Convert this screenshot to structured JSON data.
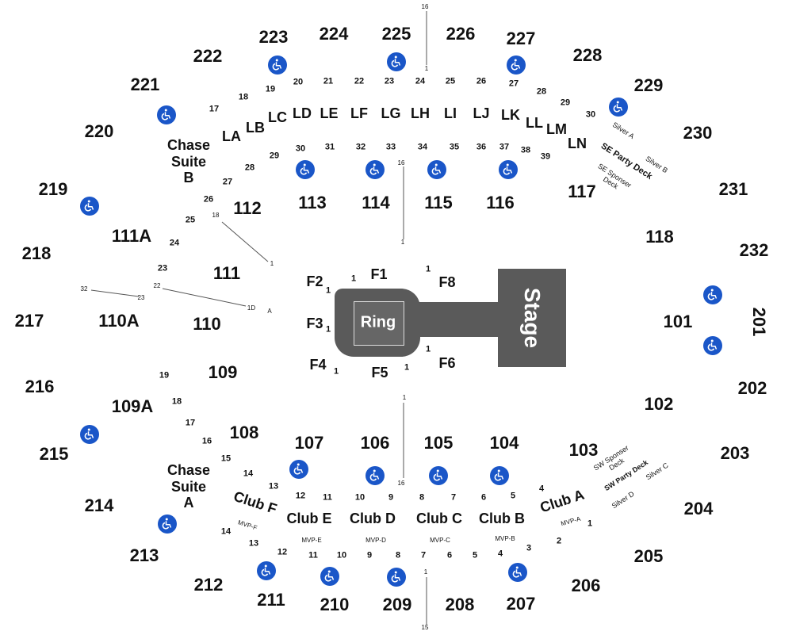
{
  "sections": {
    "s201": "201",
    "s202": "202",
    "s203": "203",
    "s204": "204",
    "s205": "205",
    "s206": "206",
    "s207": "207",
    "s208": "208",
    "s209": "209",
    "s210": "210",
    "s211": "211",
    "s212": "212",
    "s213": "213",
    "s214": "214",
    "s215": "215",
    "s216": "216",
    "s217": "217",
    "s218": "218",
    "s219": "219",
    "s220": "220",
    "s221": "221",
    "s222": "222",
    "s223": "223",
    "s224": "224",
    "s225": "225",
    "s226": "226",
    "s227": "227",
    "s228": "228",
    "s229": "229",
    "s230": "230",
    "s231": "231",
    "s232": "232",
    "s101": "101",
    "s102": "102",
    "s103": "103",
    "s104": "104",
    "s105": "105",
    "s106": "106",
    "s107": "107",
    "s108": "108",
    "s109": "109",
    "s109a": "109A",
    "s110": "110",
    "s110a": "110A",
    "s111": "111",
    "s111a": "111A",
    "s112": "112",
    "s113": "113",
    "s114": "114",
    "s115": "115",
    "s116": "116",
    "s117": "117",
    "s118": "118"
  },
  "loge": {
    "la": "LA",
    "lb": "LB",
    "lc": "LC",
    "ld": "LD",
    "le": "LE",
    "lf": "LF",
    "lg": "LG",
    "lh": "LH",
    "li": "LI",
    "lj": "LJ",
    "lk": "LK",
    "ll": "LL",
    "lm": "LM",
    "ln": "LN"
  },
  "floor": {
    "f1": "F1",
    "f2": "F2",
    "f3": "F3",
    "f4": "F4",
    "f5": "F5",
    "f6": "F6",
    "f8": "F8",
    "ring": "Ring",
    "stage": "Stage"
  },
  "suites": {
    "chase_b": [
      "Chase",
      "Suite",
      "B"
    ],
    "chase_a": [
      "Chase",
      "Suite",
      "A"
    ]
  },
  "clubs": {
    "club_a": "Club A",
    "club_b": "Club B",
    "club_c": "Club C",
    "club_d": "Club D",
    "club_e": "Club E",
    "club_f": "Club F"
  },
  "mvp": {
    "a": "MVP-A",
    "b": "MVP-B",
    "c": "MVP-C",
    "d": "MVP-D",
    "e": "MVP-E",
    "f": "MVP-F"
  },
  "decks": {
    "silver_a": "Silver A",
    "silver_b": "Silver B",
    "se_party": "SE Party Deck",
    "se_sponsor": [
      "SE Sponser",
      "Deck"
    ],
    "sw_sponsor": [
      "SW Sponser",
      "Deck"
    ],
    "sw_party": "SW Party Deck",
    "silver_c": "Silver C",
    "silver_d": "Silver D"
  },
  "row_numbers": {
    "upper_top": [
      "19",
      "20",
      "21",
      "22",
      "23",
      "24",
      "25",
      "26",
      "27",
      "28",
      "29",
      "30"
    ],
    "upper_left": [
      "18",
      "17"
    ],
    "mid_top": [
      "30",
      "31",
      "32",
      "33",
      "34",
      "35",
      "36",
      "37",
      "38",
      "39"
    ],
    "left_side": [
      "29",
      "28",
      "27",
      "26",
      "25",
      "24",
      "23",
      "22",
      "23",
      "32"
    ],
    "left_lower": [
      "19",
      "18",
      "17",
      "16",
      "15",
      "14",
      "13",
      "12",
      "11",
      "10",
      "9",
      "8",
      "7",
      "6",
      "5",
      "4"
    ],
    "bottom": [
      "14",
      "13",
      "12",
      "11",
      "10",
      "9",
      "8",
      "7",
      "6",
      "5",
      "4",
      "3",
      "2",
      "1"
    ],
    "center_markers": [
      "16",
      "1",
      "16",
      "1",
      "1",
      "16",
      "1",
      "15",
      "18",
      "1",
      "1D",
      "A",
      "1",
      "1",
      "1",
      "1",
      "1",
      "1",
      "1"
    ]
  },
  "colors": {
    "accessible": "#1a56c8",
    "stage": "#5a5a5a"
  },
  "icons": {
    "accessible": "wheelchair-icon"
  }
}
